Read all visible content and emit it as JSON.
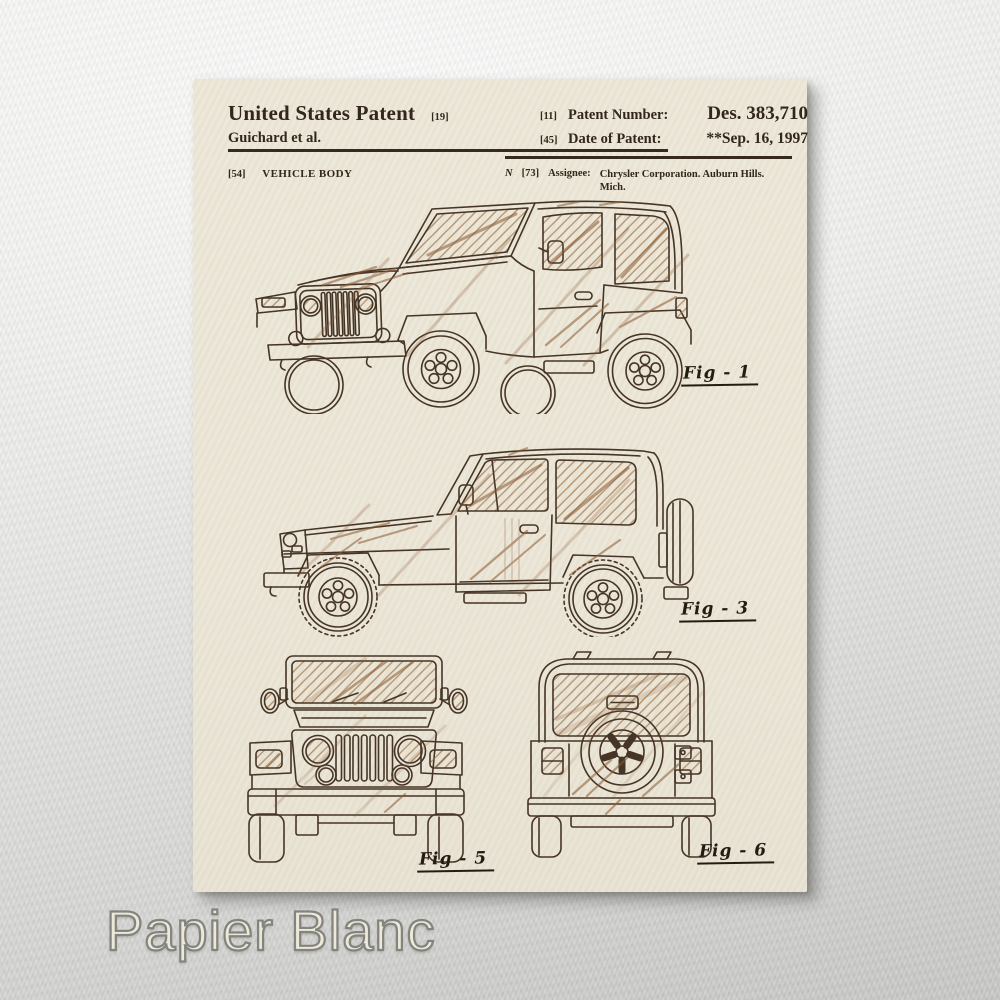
{
  "poster": {
    "brand_watermark": "Papier Blanc"
  },
  "patent_header": {
    "title": "United States Patent",
    "kind_code": "[19]",
    "inventors": "Guichard et al.",
    "number_field_code": "[11]",
    "number_label": "Patent Number:",
    "number_value": "Des. 383,710",
    "date_field_code": "[45]",
    "date_label": "Date of Patent:",
    "date_value": "**Sep. 16, 1997"
  },
  "patent_fields": {
    "title_code": "[54]",
    "title_value": "VEHICLE BODY",
    "assignee_note": "N",
    "assignee_code": "[73]",
    "assignee_label": "Assignee:",
    "assignee_line1": "Chrysler Corporation. Auburn Hills.",
    "assignee_line2": "Mich."
  },
  "figures": {
    "fig1": {
      "label": "Fig - 1",
      "view": "perspective-front-three-quarter-view"
    },
    "fig3": {
      "label": "Fig - 3",
      "view": "left-side-elevation-view"
    },
    "fig5": {
      "label": "Fig - 5",
      "view": "front-elevation-view"
    },
    "fig6": {
      "label": "Fig - 6",
      "view": "rear-elevation-view"
    }
  },
  "colors": {
    "paper": "#ebe6d7",
    "ink": "#352a1d",
    "drawing_line": "#463526",
    "drawing_accent": "#8a5a33",
    "wall_light": "#f6f6f4",
    "wall_dark": "#c7c7c5",
    "watermark_fill": "#ede9da",
    "watermark_outline": "#84847e"
  }
}
